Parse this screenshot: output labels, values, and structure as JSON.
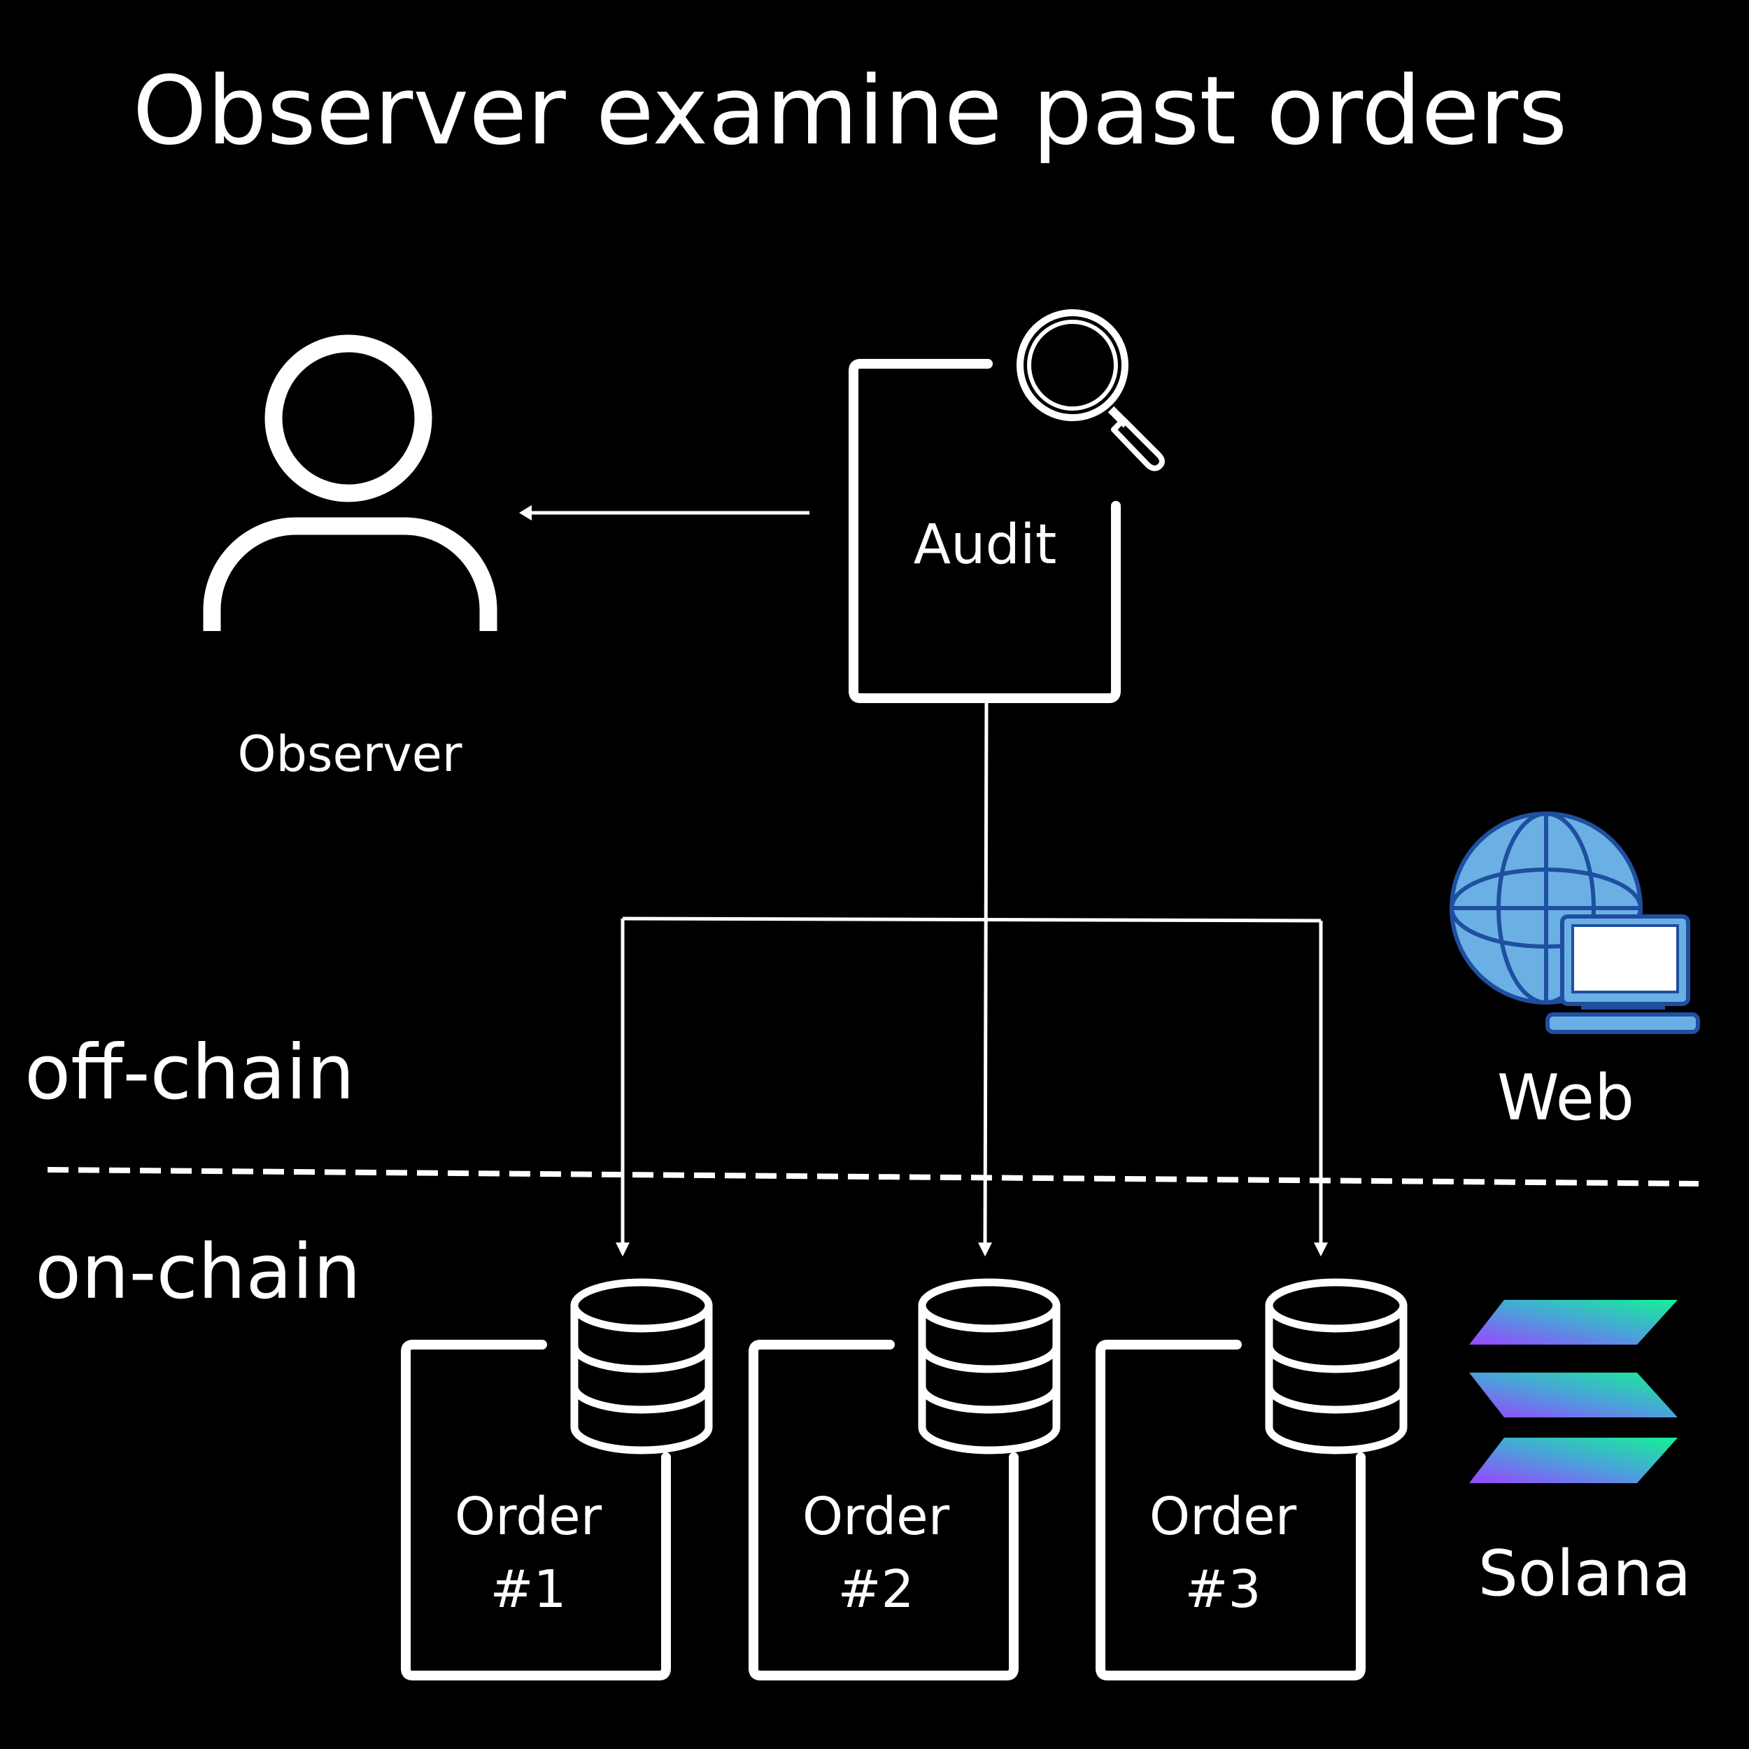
{
  "title": "Observer examine past orders",
  "observer": {
    "label": "Observer"
  },
  "audit": {
    "label": "Audit"
  },
  "regions": {
    "off_chain": "off-chain",
    "on_chain": "on-chain"
  },
  "web": {
    "label": "Web"
  },
  "solana": {
    "label": "Solana"
  },
  "orders": [
    {
      "line1": "Order",
      "line2": "#1"
    },
    {
      "line1": "Order",
      "line2": "#2"
    },
    {
      "line1": "Order",
      "line2": "#3"
    }
  ],
  "colors": {
    "background": "#000000",
    "foreground": "#ffffff",
    "globe_fill": "#6ab0e4",
    "globe_stroke": "#1f4fa0",
    "solana_green": "#14f195",
    "solana_purple": "#9945ff"
  },
  "icons": {
    "observer": "person-icon",
    "audit": "magnifier-icon",
    "orders": "database-icon",
    "web": "globe-laptop-icon",
    "solana": "solana-logo"
  }
}
